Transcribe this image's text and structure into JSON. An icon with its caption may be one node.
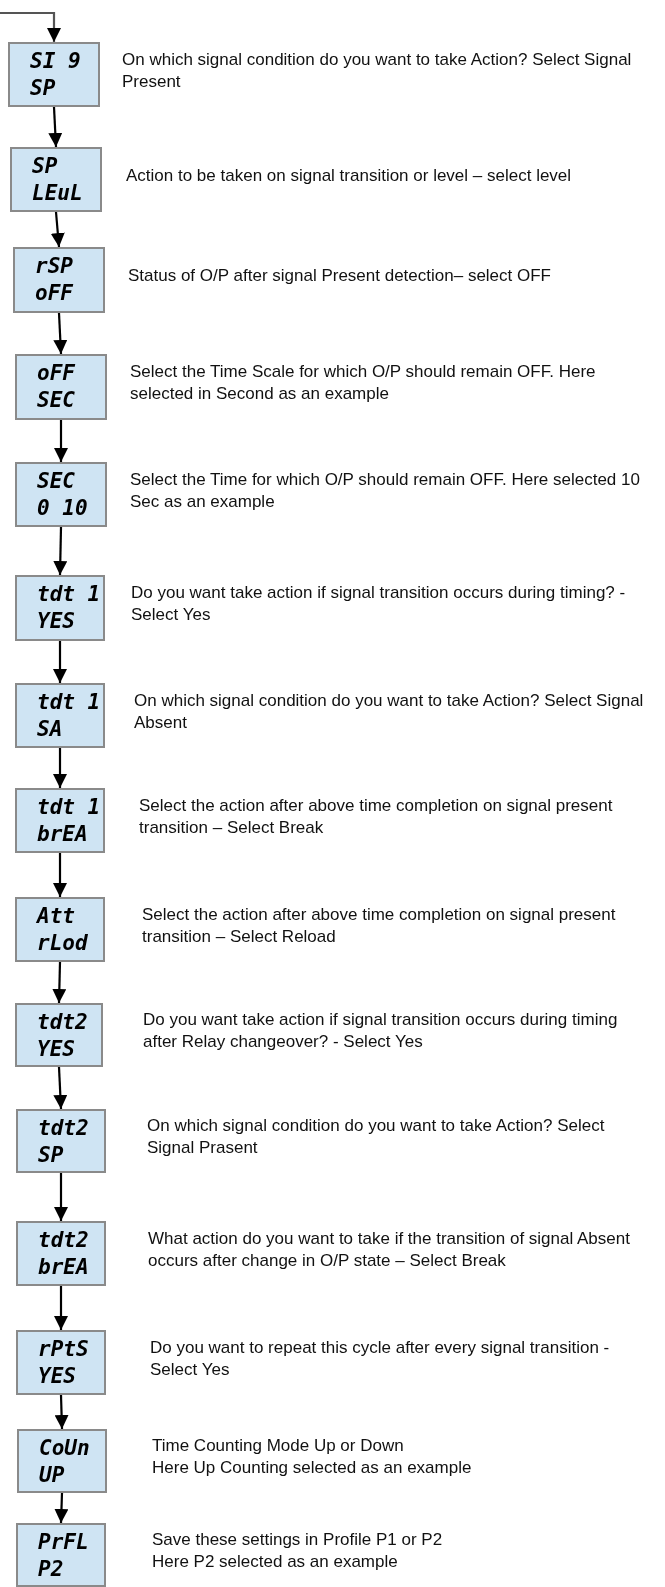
{
  "diagram": {
    "nodes": [
      {
        "text": [
          "SI 9",
          "SP"
        ],
        "beside": [
          "On which signal condition do you want to take Action? Select Signal Present"
        ]
      },
      {
        "text": [
          "SP",
          "LEuL"
        ],
        "beside": [
          "Action to be taken on signal transition or level – select level"
        ]
      },
      {
        "text": [
          "rSP",
          "oFF"
        ],
        "beside": [
          "Status of O/P after signal Present detection– select OFF"
        ]
      },
      {
        "text": [
          "oFF",
          "SEC"
        ],
        "beside": [
          "Select the Time Scale for which O/P should remain OFF. Here selected in Second as an example"
        ]
      },
      {
        "text": [
          "SEC",
          "0 10"
        ],
        "beside": [
          "Select the Time for which O/P should remain OFF. Here selected 10 Sec  as an example"
        ]
      },
      {
        "text": [
          "tdt 1",
          "YES"
        ],
        "beside": [
          "Do you want take action if signal transition occurs during timing? - Select Yes"
        ]
      },
      {
        "text": [
          "tdt 1",
          "SA"
        ],
        "beside": [
          "On which signal condition do you want to take Action? Select Signal Absent"
        ]
      },
      {
        "text": [
          "tdt 1",
          "brEA"
        ],
        "beside": [
          "Select the action after above time completion on signal present transition – Select Break"
        ]
      },
      {
        "text": [
          "Att",
          "rLod"
        ],
        "beside": [
          "Select the action after above time completion on signal present transition – Select Reload"
        ]
      },
      {
        "text": [
          "tdt2",
          "YES"
        ],
        "beside": [
          "Do you want take action if signal transition occurs during timing after Relay changeover? - Select Yes"
        ]
      },
      {
        "text": [
          "tdt2",
          "SP"
        ],
        "beside": [
          "On which signal condition do you want to take Action? Select Signal Prasent"
        ]
      },
      {
        "text": [
          "tdt2",
          "brEA"
        ],
        "beside": [
          "What action do you want to take if the transition of signal Absent occurs after change in O/P state – Select Break"
        ]
      },
      {
        "text": [
          "rPtS",
          "YES"
        ],
        "beside": [
          "Do you want to repeat this cycle after every signal transition - Select Yes"
        ]
      },
      {
        "text": [
          "CoUn",
          "UP"
        ],
        "beside": [
          "Time Counting Mode Up or Down",
          "Here Up Counting selected as an example"
        ]
      },
      {
        "text": [
          "PrFL",
          "P2"
        ],
        "beside": [
          "Save these settings in Profile P1 or P2",
          "Here P2 selected as an example"
        ]
      }
    ],
    "edges": [
      {
        "from": null,
        "to": 0,
        "arrow": "to"
      },
      {
        "from": 0,
        "to": 1,
        "arrow": "to"
      },
      {
        "from": 1,
        "to": 2,
        "arrow": "to"
      },
      {
        "from": 2,
        "to": 3,
        "arrow": "to"
      },
      {
        "from": 3,
        "to": 4,
        "arrow": "to"
      },
      {
        "from": 4,
        "to": 5,
        "arrow": "to"
      },
      {
        "from": 5,
        "to": 6,
        "arrow": "to"
      },
      {
        "from": 6,
        "to": 7,
        "arrow": "to"
      },
      {
        "from": 7,
        "to": 8,
        "arrow": "to"
      },
      {
        "from": 8,
        "to": 9,
        "arrow": "to"
      },
      {
        "from": 9,
        "to": 10,
        "arrow": "to"
      },
      {
        "from": 10,
        "to": 11,
        "arrow": "to"
      },
      {
        "from": 11,
        "to": 12,
        "arrow": "to"
      },
      {
        "from": 12,
        "to": 13,
        "arrow": "to"
      },
      {
        "from": 13,
        "to": 14,
        "arrow": "to"
      }
    ]
  }
}
